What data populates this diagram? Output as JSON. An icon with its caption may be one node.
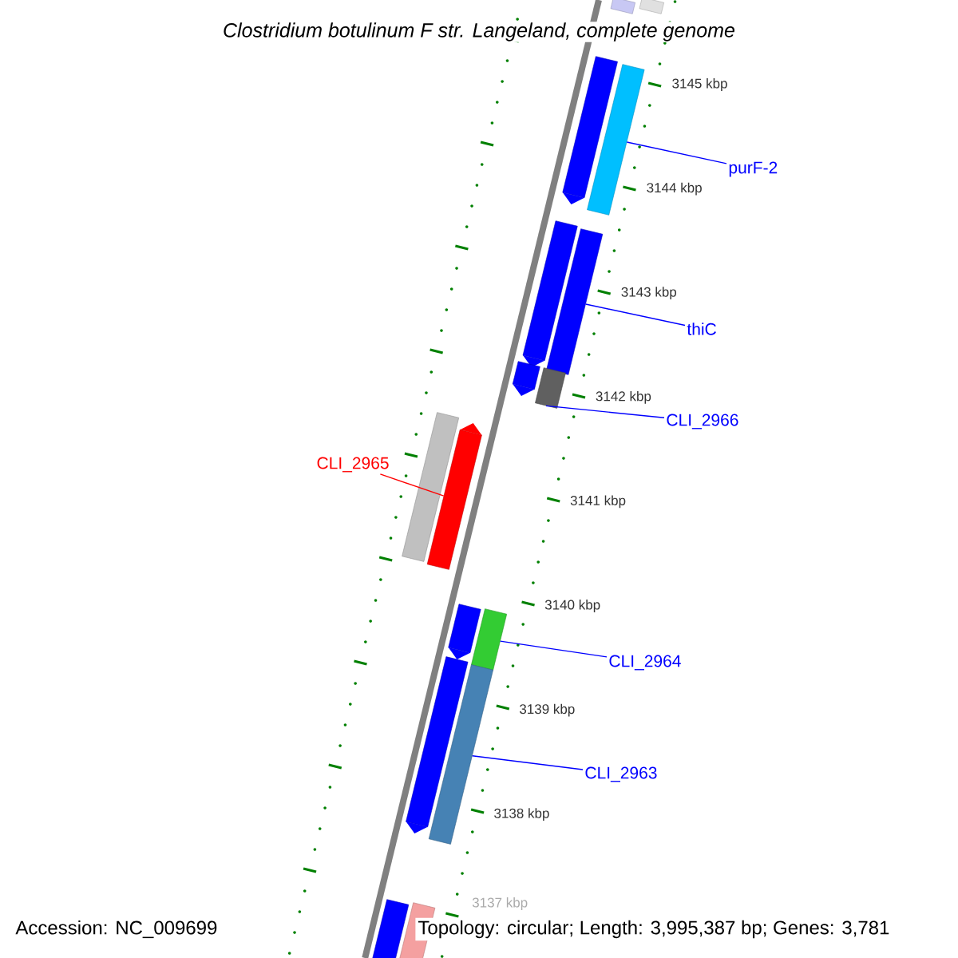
{
  "diagram": {
    "title": "Clostridium botulinum F str. Langeland, complete genome",
    "nodes": [
      {
        "text": [],
        "shape": "bar"
      },
      {
        "text": [],
        "shape": "bar"
      },
      {
        "text": [],
        "shape": "bar"
      },
      {
        "text": [],
        "shape": "bar"
      },
      {
        "text": [
          "purF-2"
        ]
      },
      {
        "text": [],
        "shape": "bar"
      },
      {
        "text": [],
        "shape": "bar"
      },
      {
        "text": [
          "thiC"
        ]
      },
      {
        "text": [],
        "shape": "bar"
      },
      {
        "text": [],
        "shape": "bar"
      },
      {
        "text": [
          "CLI_2966"
        ]
      },
      {
        "text": [],
        "shape": "bar"
      },
      {
        "text": [],
        "shape": "bar"
      },
      {
        "text": [
          "CLI_2965"
        ]
      },
      {
        "text": [],
        "shape": "bar"
      },
      {
        "text": [],
        "shape": "bar"
      },
      {
        "text": [],
        "shape": "bar"
      },
      {
        "text": [
          "CLI_2964"
        ]
      },
      {
        "text": [],
        "shape": "bar"
      },
      {
        "text": [
          "CLI_2963"
        ]
      },
      {
        "text": [],
        "shape": "bar"
      },
      {
        "text": [],
        "shape": "bar"
      }
    ],
    "edges": [
      {
        "from": 4,
        "to": 3,
        "arrow": "none"
      },
      {
        "from": 7,
        "to": 6,
        "arrow": "none"
      },
      {
        "from": 10,
        "to": 9,
        "arrow": "none"
      },
      {
        "from": 13,
        "to": 12,
        "arrow": "none",
        "color": "#ff0000"
      },
      {
        "from": 17,
        "to": 15,
        "arrow": "none"
      },
      {
        "from": 19,
        "to": 18,
        "arrow": "none"
      }
    ],
    "labels": [
      "3145 kbp",
      "3144 kbp",
      "3143 kbp",
      "3142 kbp",
      "3141 kbp",
      "3140 kbp",
      "3139 kbp",
      "3138 kbp",
      "3137 kbp",
      "Accession: NC_009699",
      "Topology: circular; Length: 3,995,387 bp; Genes: 3,781"
    ]
  }
}
